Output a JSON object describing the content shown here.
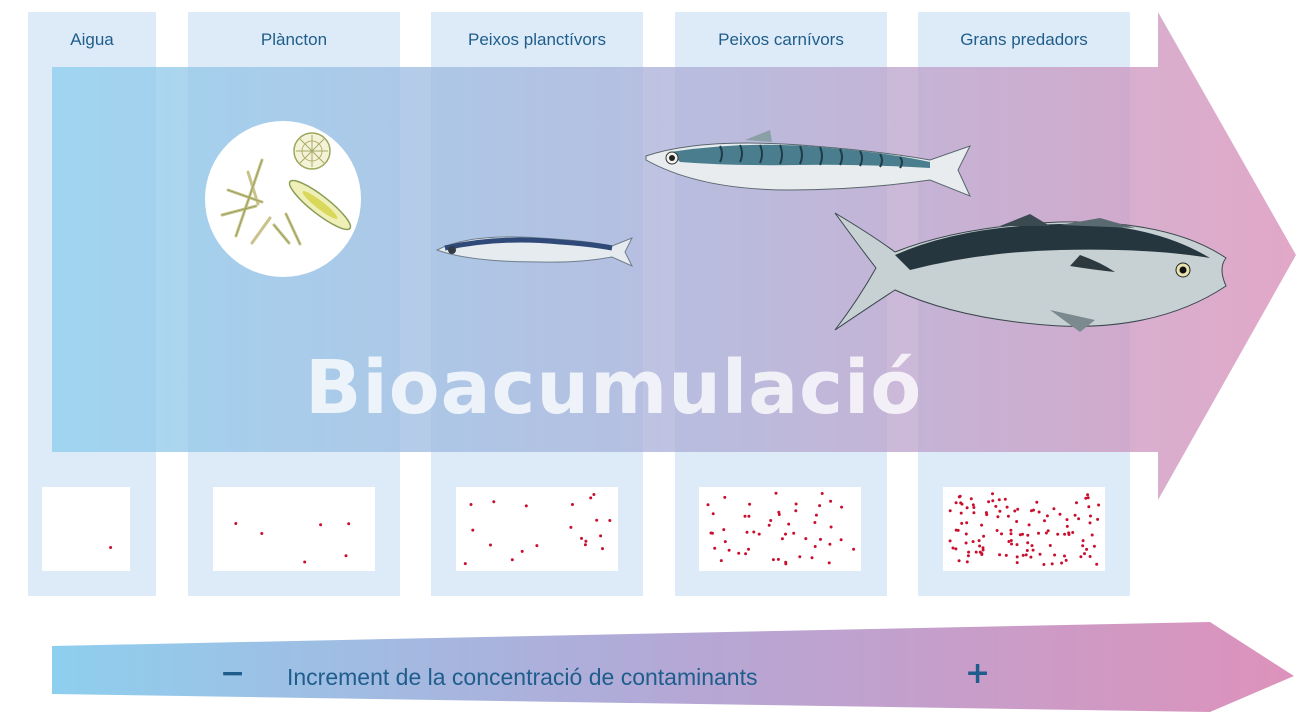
{
  "stages": [
    {
      "label": "Aigua",
      "dots": 1
    },
    {
      "label": "Plàncton",
      "dots": 6
    },
    {
      "label": "Peixos planctívors",
      "dots": 20
    },
    {
      "label": "Peixos carnívors",
      "dots": 50
    },
    {
      "label": "Grans predadors",
      "dots": 120
    }
  ],
  "main_label": "Bioacumulació",
  "gradient_axis": {
    "minus": "−",
    "label": "Increment de la concentració de contaminants",
    "plus": "+"
  },
  "colors": {
    "column_bg": "#dcebf7",
    "arrow_start": "#8ecfee",
    "arrow_end": "#d98fb8",
    "dot": "#c8102e",
    "text": "#1f5d8c"
  },
  "icons": [
    "plankton-icon",
    "anchovy-icon",
    "mackerel-icon",
    "tuna-icon"
  ]
}
